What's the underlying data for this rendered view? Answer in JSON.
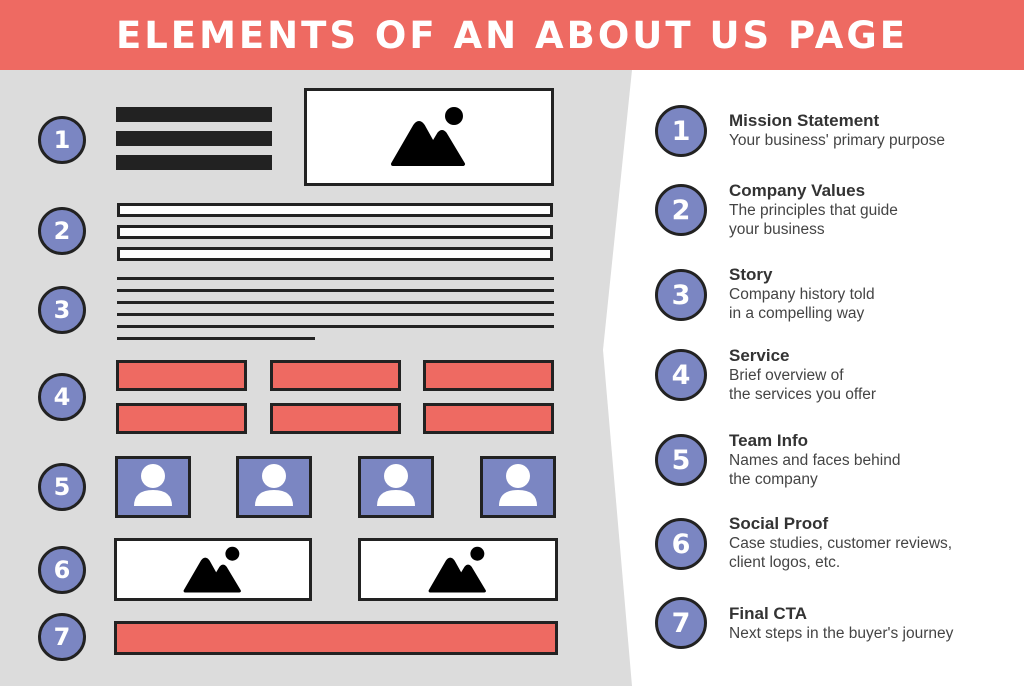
{
  "title": "ELEMENTS OF AN ABOUT US PAGE",
  "colors": {
    "header": "#ee6a62",
    "accent": "#7b86c2",
    "panel": "#dcdcdc",
    "ink": "#222222"
  },
  "numbers": [
    "1",
    "2",
    "3",
    "4",
    "5",
    "6",
    "7"
  ],
  "items": [
    {
      "title": "Mission Statement",
      "desc": [
        "Your business' primary purpose"
      ]
    },
    {
      "title": "Company Values",
      "desc": [
        "The principles that guide",
        "your business"
      ]
    },
    {
      "title": "Story",
      "desc": [
        "Company history told",
        "in a compelling way"
      ]
    },
    {
      "title": "Service",
      "desc": [
        "Brief overview of",
        "the services you offer"
      ]
    },
    {
      "title": "Team Info",
      "desc": [
        "Names and faces behind",
        "the company"
      ]
    },
    {
      "title": "Social Proof",
      "desc": [
        "Case studies, customer reviews,",
        "client logos, etc."
      ]
    },
    {
      "title": "Final CTA",
      "desc": [
        "Next steps in the buyer's journey"
      ]
    }
  ]
}
